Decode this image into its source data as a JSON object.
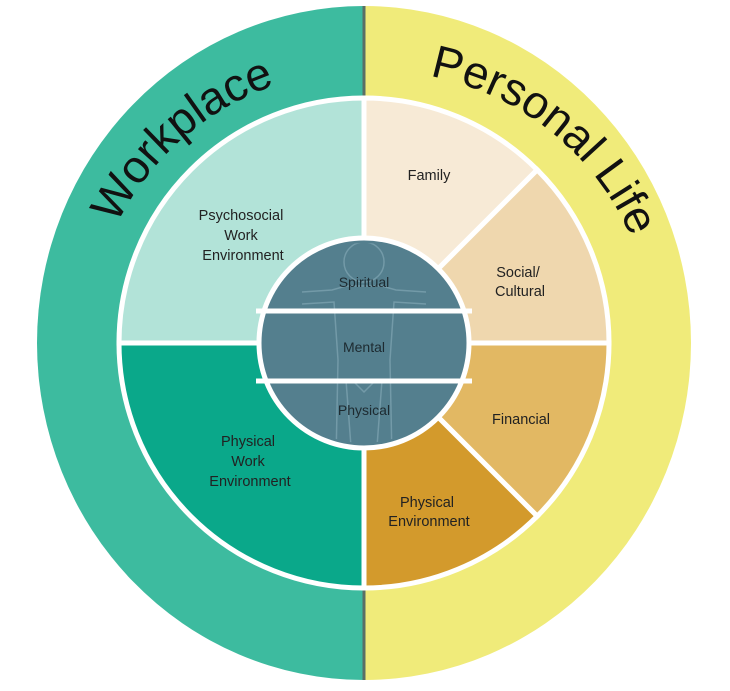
{
  "titles": {
    "workplace": "Workplace",
    "personal": "Personal Life"
  },
  "segments": {
    "psychosocial": [
      "Psychosocial",
      "Work",
      "Environment"
    ],
    "physical_work": [
      "Physical",
      "Work",
      "Environment"
    ],
    "family": [
      "Family"
    ],
    "social": [
      "Social/",
      "Cultural"
    ],
    "financial": [
      "Financial"
    ],
    "physical_env": [
      "Physical",
      "Environment"
    ]
  },
  "core": {
    "spiritual": "Spiritual",
    "mental": "Mental",
    "physical": "Physical"
  },
  "colors": {
    "workplace_ring": "#3dbb9f",
    "personal_ring": "#f0eb7a",
    "psychosocial": "#b2e3d8",
    "physical_work": "#0aa88a",
    "family": "#f7ead6",
    "social": "#efd7ae",
    "financial": "#e2b863",
    "physical_env": "#d39a2c",
    "core": "#547f8e",
    "center_line": "#5a6f66"
  }
}
